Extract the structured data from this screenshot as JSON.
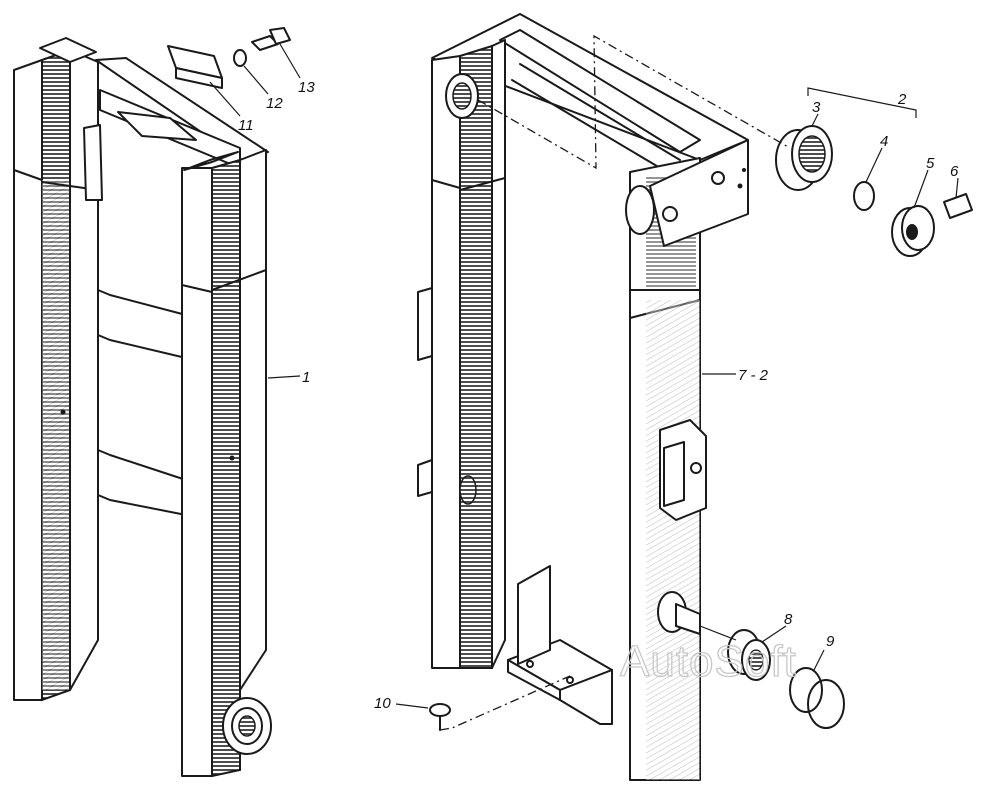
{
  "watermark": "AutoSoft",
  "labels": {
    "l1": "1",
    "l2": "2",
    "l3": "3",
    "l4": "4",
    "l5": "5",
    "l6": "6",
    "l7": "7 - 2",
    "l8": "8",
    "l9": "9",
    "l10": "10",
    "l11": "11",
    "l12": "12",
    "l13": "13"
  }
}
